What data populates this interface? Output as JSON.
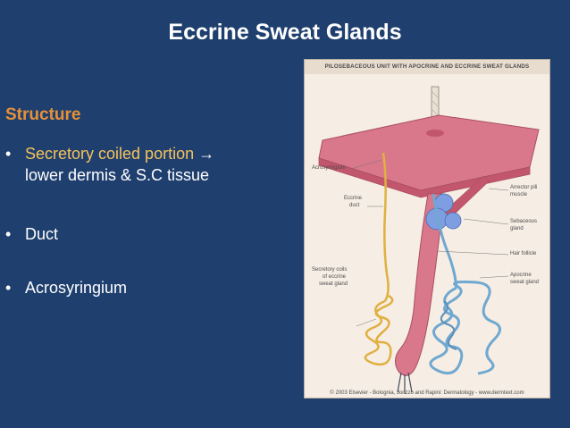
{
  "slide": {
    "title": "Eccrine Sweat Glands",
    "subhead": "Structure",
    "bullets": [
      {
        "bullet": "•",
        "highlight": "Secretory coiled portion",
        "arrow": "→",
        "line2": "lower dermis & S.C tissue"
      },
      {
        "bullet": "•",
        "text": "Duct"
      },
      {
        "bullet": "•",
        "text": "Acrosyringium"
      }
    ]
  },
  "figure": {
    "header": "PILOSEBACEOUS UNIT WITH APOCRINE AND ECCRINE SWEAT GLANDS",
    "labels": {
      "acrosyringium": "Acrosyringium",
      "eccrine_duct_1": "Eccrine",
      "eccrine_duct_2": "duct",
      "secretory_coils_1": "Secretory coils",
      "secretory_coils_2": "of eccrine",
      "secretory_coils_3": "sweat gland",
      "arrector_1": "Arrector pili",
      "arrector_2": "muscle",
      "sebaceous_1": "Sebaceous",
      "sebaceous_2": "gland",
      "hair_follicle": "Hair follicle",
      "apocrine_1": "Apocrine",
      "apocrine_2": "sweat gland"
    },
    "footer": "© 2003 Elsevier - Bolognia, Jorizzo and Rapini: Dermatology - www.dermtext.com",
    "colors": {
      "skin": "#d9788a",
      "eccrine": "#e0b040",
      "apocrine": "#6fa8d0",
      "sebaceous": "#7d9ee0"
    }
  }
}
